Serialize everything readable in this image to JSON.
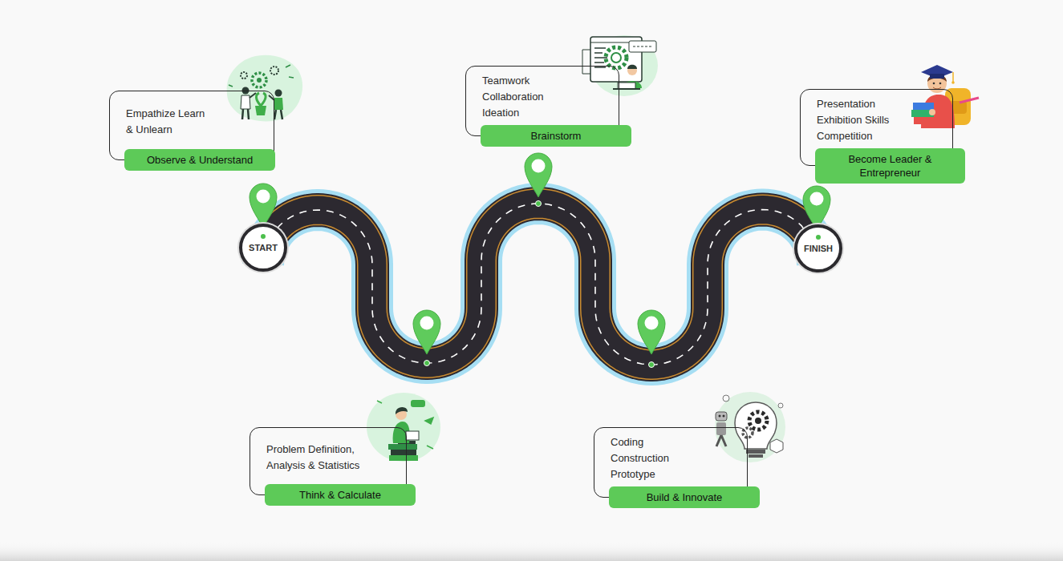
{
  "diagram": {
    "nodes": [
      {
        "text": [
          "START"
        ]
      },
      {
        "text": [
          "Empathize Learn & Unlearn"
        ]
      },
      {
        "text": [
          "Observe & Understand"
        ]
      },
      {
        "text": [
          "Problem Definition, Analysis & Statistics"
        ]
      },
      {
        "text": [
          "Think & Calculate"
        ]
      },
      {
        "text": [
          "Teamwork",
          "Collaboration",
          "Ideation"
        ]
      },
      {
        "text": [
          "Brainstorm"
        ]
      },
      {
        "text": [
          "Coding",
          "Construction",
          "Prototype"
        ]
      },
      {
        "text": [
          "Build & Innovate"
        ]
      },
      {
        "text": [
          "Presentation",
          "Exhibition Skills",
          "Competition"
        ]
      },
      {
        "text": [
          "Become Leader & Entrepreneur"
        ]
      },
      {
        "text": [
          "FINISH"
        ]
      }
    ],
    "edges": [
      {
        "from": 0,
        "to": 11,
        "arrow": "none"
      }
    ]
  }
}
